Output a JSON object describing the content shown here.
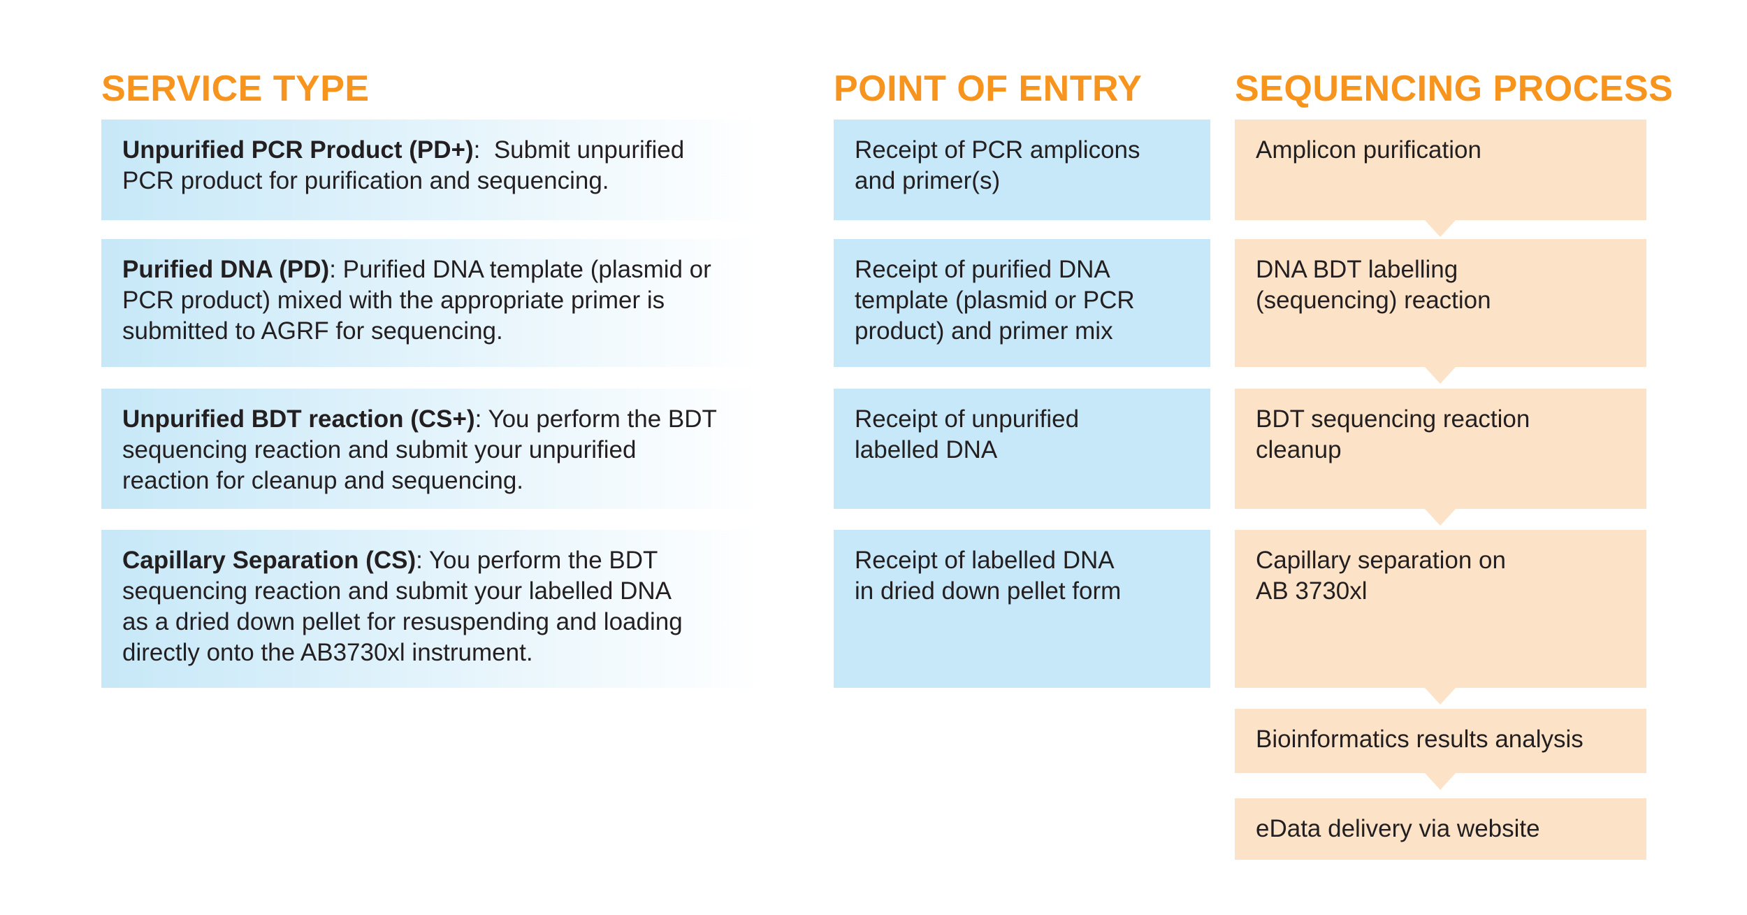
{
  "palette": {
    "header_orange": "#F7941E",
    "box_blue": "#C7E8F8",
    "box_peach": "#FCE3C8",
    "text_ink": "#231F20"
  },
  "columns": {
    "service": {
      "header": "SERVICE TYPE",
      "rows": [
        {
          "bold": "Unpurified PCR Product (PD+)",
          "rest": ":  Submit unpurified",
          "lines": [
            "PCR product for purification and sequencing."
          ]
        },
        {
          "bold": "Purified DNA (PD)",
          "rest": ": Purified DNA template (plasmid or",
          "lines": [
            "PCR product) mixed with the appropriate primer is",
            "submitted to AGRF for sequencing."
          ]
        },
        {
          "bold": "Unpurified BDT reaction (CS+)",
          "rest": ": You perform the BDT",
          "lines": [
            "sequencing reaction and submit your unpurified",
            "reaction for cleanup and sequencing."
          ]
        },
        {
          "bold": "Capillary Separation (CS)",
          "rest": ": You perform the BDT",
          "lines": [
            "sequencing reaction and submit your labelled DNA",
            "as a dried down pellet for resuspending and loading",
            "directly onto the AB3730xl instrument."
          ]
        }
      ]
    },
    "entry": {
      "header": "POINT OF ENTRY",
      "rows": [
        {
          "lines": [
            "Receipt of PCR amplicons",
            "and primer(s)"
          ]
        },
        {
          "lines": [
            "Receipt of purified DNA",
            "template (plasmid or PCR",
            "product) and primer mix"
          ]
        },
        {
          "lines": [
            "Receipt of unpurified",
            "labelled DNA"
          ]
        },
        {
          "lines": [
            "Receipt of labelled DNA",
            "in dried down pellet form"
          ]
        }
      ]
    },
    "process": {
      "header": "SEQUENCING PROCESS",
      "steps": [
        {
          "lines": [
            "Amplicon purification"
          ]
        },
        {
          "lines": [
            "DNA BDT labelling",
            "(sequencing) reaction"
          ]
        },
        {
          "lines": [
            "BDT sequencing reaction",
            "cleanup"
          ]
        },
        {
          "lines": [
            "Capillary separation on",
            "AB 3730xl"
          ]
        },
        {
          "lines": [
            "Bioinformatics results analysis"
          ]
        },
        {
          "lines": [
            "eData delivery via website"
          ]
        }
      ]
    }
  }
}
